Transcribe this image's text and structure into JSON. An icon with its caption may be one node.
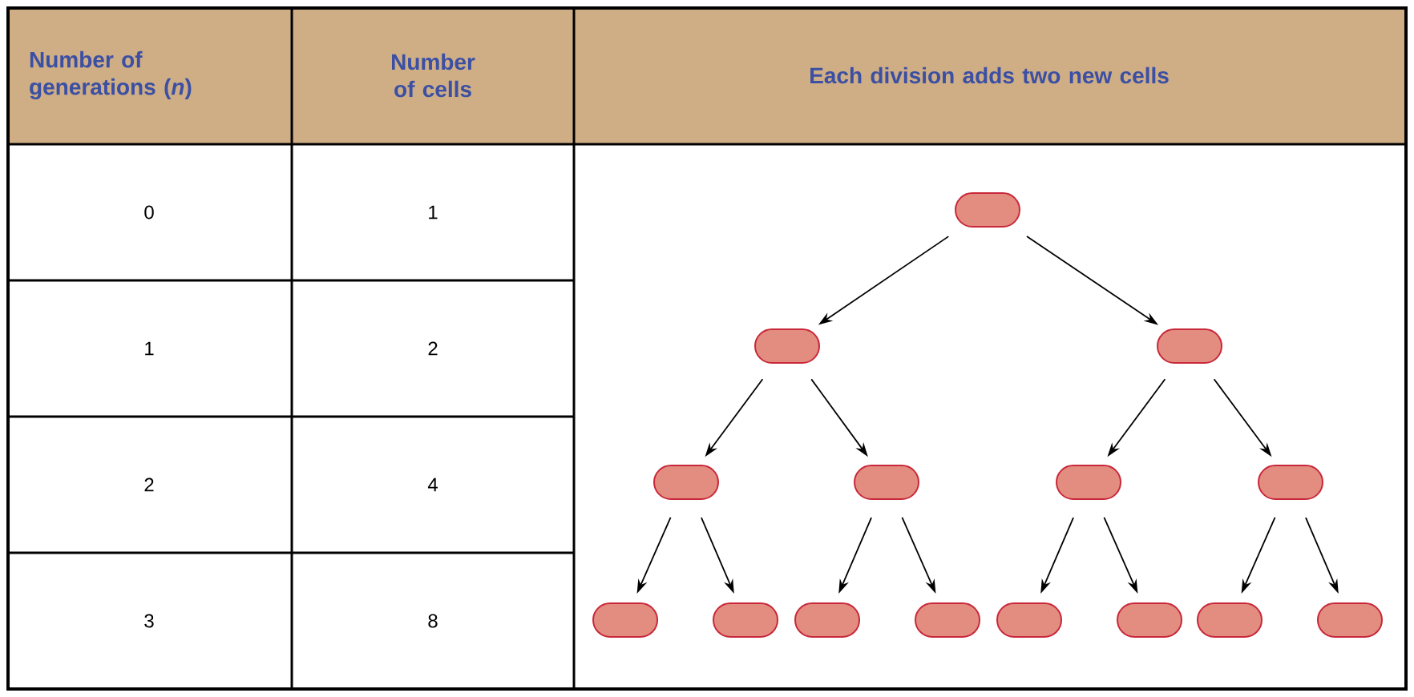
{
  "diagram": {
    "nodes": [
      {
        "text": [],
        "shape": "capsule"
      },
      {
        "text": [],
        "shape": "capsule"
      },
      {
        "text": [],
        "shape": "capsule"
      },
      {
        "text": [],
        "shape": "capsule"
      },
      {
        "text": [],
        "shape": "capsule"
      },
      {
        "text": [],
        "shape": "capsule"
      },
      {
        "text": [],
        "shape": "capsule"
      },
      {
        "text": [],
        "shape": "capsule"
      },
      {
        "text": [],
        "shape": "capsule"
      },
      {
        "text": [],
        "shape": "capsule"
      },
      {
        "text": [],
        "shape": "capsule"
      },
      {
        "text": [],
        "shape": "capsule"
      },
      {
        "text": [],
        "shape": "capsule"
      },
      {
        "text": [],
        "shape": "capsule"
      },
      {
        "text": [],
        "shape": "capsule"
      }
    ],
    "edges": [
      {
        "from": 0,
        "to": 1,
        "arrow": "to"
      },
      {
        "from": 0,
        "to": 2,
        "arrow": "to"
      },
      {
        "from": 1,
        "to": 3,
        "arrow": "to"
      },
      {
        "from": 1,
        "to": 4,
        "arrow": "to"
      },
      {
        "from": 2,
        "to": 5,
        "arrow": "to"
      },
      {
        "from": 2,
        "to": 6,
        "arrow": "to"
      },
      {
        "from": 3,
        "to": 7,
        "arrow": "to"
      },
      {
        "from": 3,
        "to": 8,
        "arrow": "to"
      },
      {
        "from": 4,
        "to": 9,
        "arrow": "to"
      },
      {
        "from": 4,
        "to": 10,
        "arrow": "to"
      },
      {
        "from": 5,
        "to": 11,
        "arrow": "to"
      },
      {
        "from": 5,
        "to": 12,
        "arrow": "to"
      },
      {
        "from": 6,
        "to": 13,
        "arrow": "to"
      },
      {
        "from": 6,
        "to": 14,
        "arrow": "to"
      }
    ],
    "labels": [
      "Number of generations (*n*)",
      "Number of cells",
      "Each division adds two new cells",
      "0",
      "1",
      "1",
      "2",
      "2",
      "4",
      "3",
      "8"
    ]
  }
}
